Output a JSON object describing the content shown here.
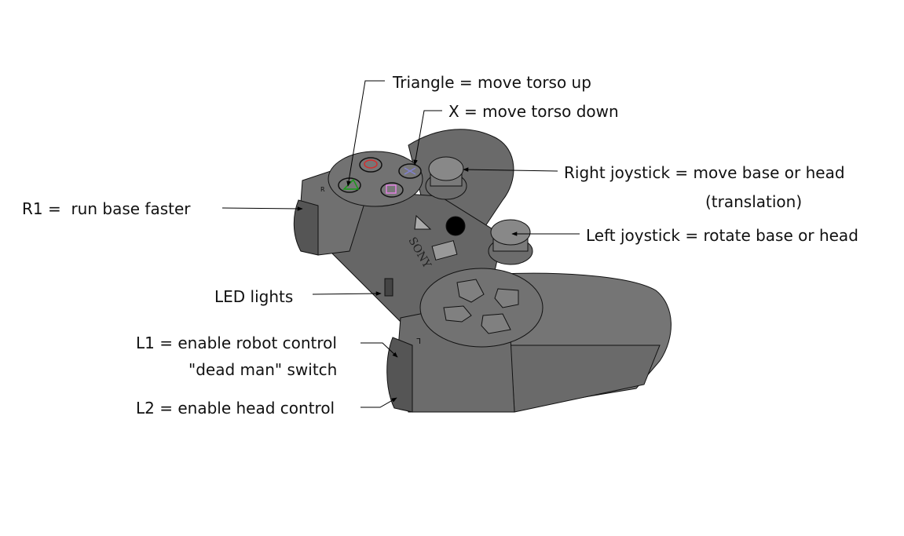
{
  "labels": {
    "triangle": "Triangle = move torso up",
    "x_button": "X = move torso down",
    "right_joystick": "Right joystick = move base or head",
    "right_joystick_note": "(translation)",
    "left_joystick": "Left joystick = rotate base or head",
    "r1": "R1 =  run base faster",
    "led": "LED lights",
    "l1": "L1 = enable robot control",
    "l1_note": "\"dead man\" switch",
    "l2": "L2 = enable head control"
  },
  "controller": {
    "brand": "SONY",
    "r_marker": "R",
    "l_marker": "L"
  },
  "colors": {
    "body": "#6f6f6f",
    "triangle": "#1a9a1a",
    "circle": "#d03030",
    "square": "#e080e0",
    "x": "#8080d0"
  }
}
